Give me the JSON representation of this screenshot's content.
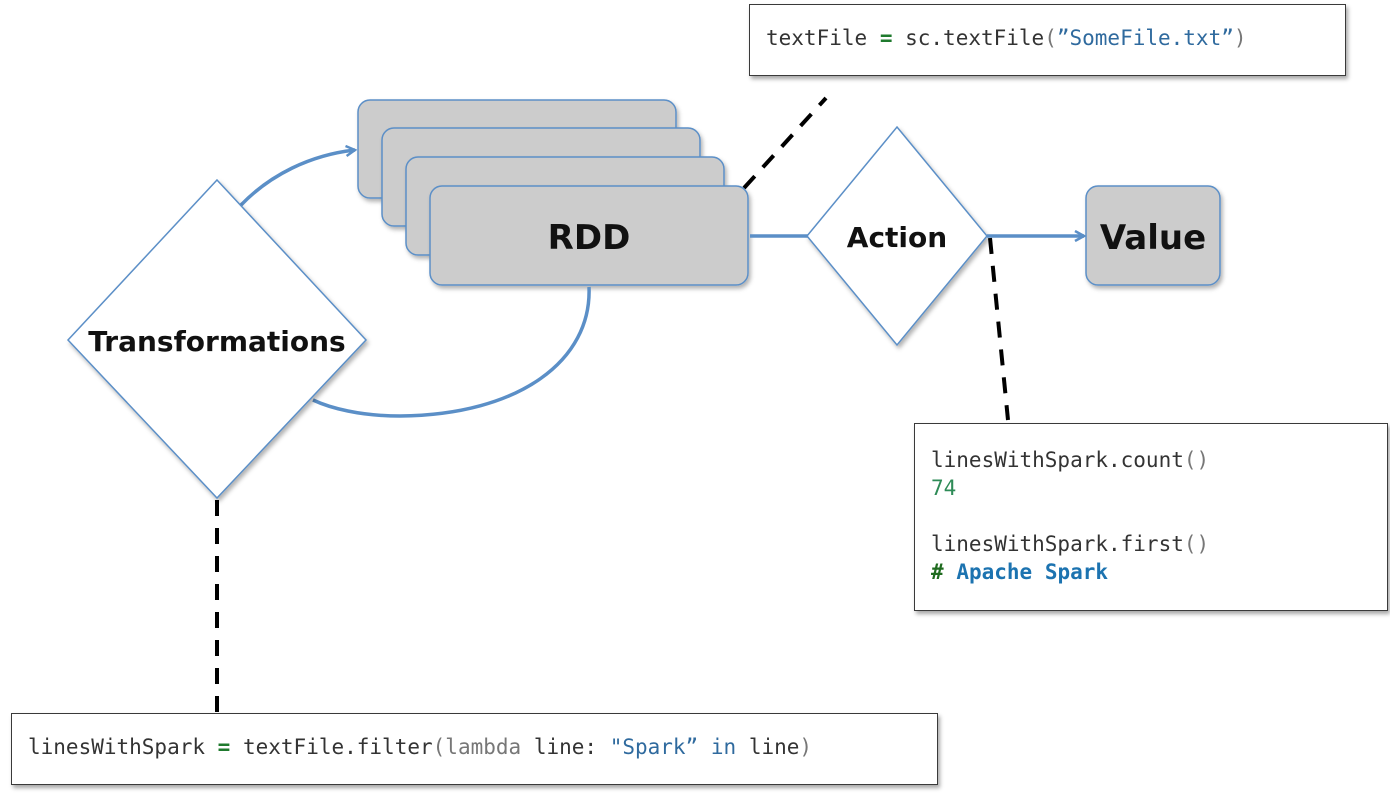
{
  "nodes": {
    "rdd": "RDD",
    "action": "Action",
    "value": "Value",
    "transformations": "Transformations"
  },
  "code": {
    "textfile": {
      "var": "textFile",
      "op": "=",
      "call": "sc.textFile",
      "open": "(",
      "arg": "”SomeFile.txt”",
      "close": ")"
    },
    "filter": {
      "var": "linesWithSpark",
      "op": "=",
      "call": "textFile.filter",
      "open": "(",
      "lambda_kw": "lambda",
      "param": "line:",
      "str": "\"Spark”",
      "in_kw": "in",
      "tail": "line",
      "close": ")"
    },
    "action": {
      "count_call": "linesWithSpark.count",
      "count_parens": "()",
      "count_result": "74",
      "first_call": "linesWithSpark.first",
      "first_parens": "()",
      "first_hash": "#",
      "first_result": "Apache Spark"
    }
  },
  "colors": {
    "connector": "#5b8fc7",
    "node_fill": "#cccccc",
    "node_stroke": "#5b8fc7",
    "dashed": "#000000"
  }
}
